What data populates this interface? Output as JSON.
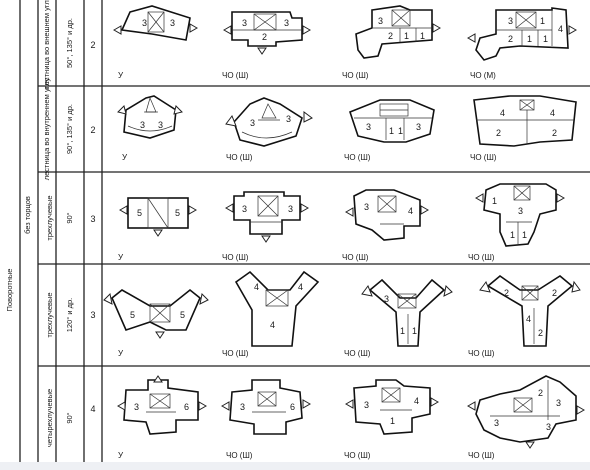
{
  "group_label": "Поворотные",
  "subgroup_label": "без торцов",
  "rows": [
    {
      "type_label": "лестница во внешнем углу",
      "angle_label": "50°, 135° и др.",
      "sections_count": "2",
      "plans": [
        {
          "caption": "У",
          "room_numbers": [
            "3",
            "3"
          ]
        },
        {
          "caption": "ЧО (Ш)",
          "room_numbers": [
            "3",
            "3",
            "2"
          ]
        },
        {
          "caption": "ЧО (Ш)",
          "room_numbers": [
            "3",
            "1",
            "2",
            "1"
          ]
        },
        {
          "caption": "ЧО (М)",
          "room_numbers": [
            "3",
            "1",
            "4",
            "2",
            "1",
            "1"
          ]
        }
      ]
    },
    {
      "type_label": "лестница во внутреннем углу",
      "angle_label": "90°, 135° и др.",
      "sections_count": "2",
      "plans": [
        {
          "caption": "У",
          "room_numbers": [
            "3",
            "3"
          ]
        },
        {
          "caption": "ЧО (Ш)",
          "room_numbers": [
            "3",
            "3"
          ]
        },
        {
          "caption": "ЧО (Ш)",
          "room_numbers": [
            "3",
            "1",
            "1",
            "3"
          ]
        },
        {
          "caption": "ЧО (Ш)",
          "room_numbers": [
            "4",
            "4",
            "2",
            "2"
          ]
        }
      ]
    },
    {
      "type_label": "трехлучевые",
      "angle_label": "90°",
      "sections_count": "3",
      "plans": [
        {
          "caption": "У",
          "room_numbers": [
            "5",
            "5"
          ]
        },
        {
          "caption": "ЧО (Ш)",
          "room_numbers": [
            "3",
            "3"
          ]
        },
        {
          "caption": "ЧО (Ш)",
          "room_numbers": [
            "3",
            "4"
          ]
        },
        {
          "caption": "ЧО (Ш)",
          "room_numbers": [
            "1",
            "3",
            "1",
            "1"
          ]
        }
      ]
    },
    {
      "type_label": "трехлучевые",
      "angle_label": "120° и др.",
      "sections_count": "3",
      "plans": [
        {
          "caption": "У",
          "room_numbers": [
            "5",
            "5"
          ]
        },
        {
          "caption": "ЧО (Ш)",
          "room_numbers": [
            "4",
            "4",
            "4"
          ]
        },
        {
          "caption": "ЧО (Ш)",
          "room_numbers": [
            "3",
            "1",
            "1"
          ]
        },
        {
          "caption": "ЧО (Ш)",
          "room_numbers": [
            "2",
            "2",
            "2",
            "4"
          ]
        }
      ]
    },
    {
      "type_label": "четырехлучевые",
      "angle_label": "90°",
      "sections_count": "4",
      "plans": [
        {
          "caption": "У",
          "room_numbers": [
            "3",
            "6"
          ]
        },
        {
          "caption": "ЧО (Ш)",
          "room_numbers": [
            "3",
            "6"
          ]
        },
        {
          "caption": "ЧО (Ш)",
          "room_numbers": [
            "3",
            "4",
            "1"
          ]
        },
        {
          "caption": "ЧО (Ш)",
          "room_numbers": [
            "2",
            "3",
            "3",
            "3"
          ]
        }
      ]
    }
  ]
}
